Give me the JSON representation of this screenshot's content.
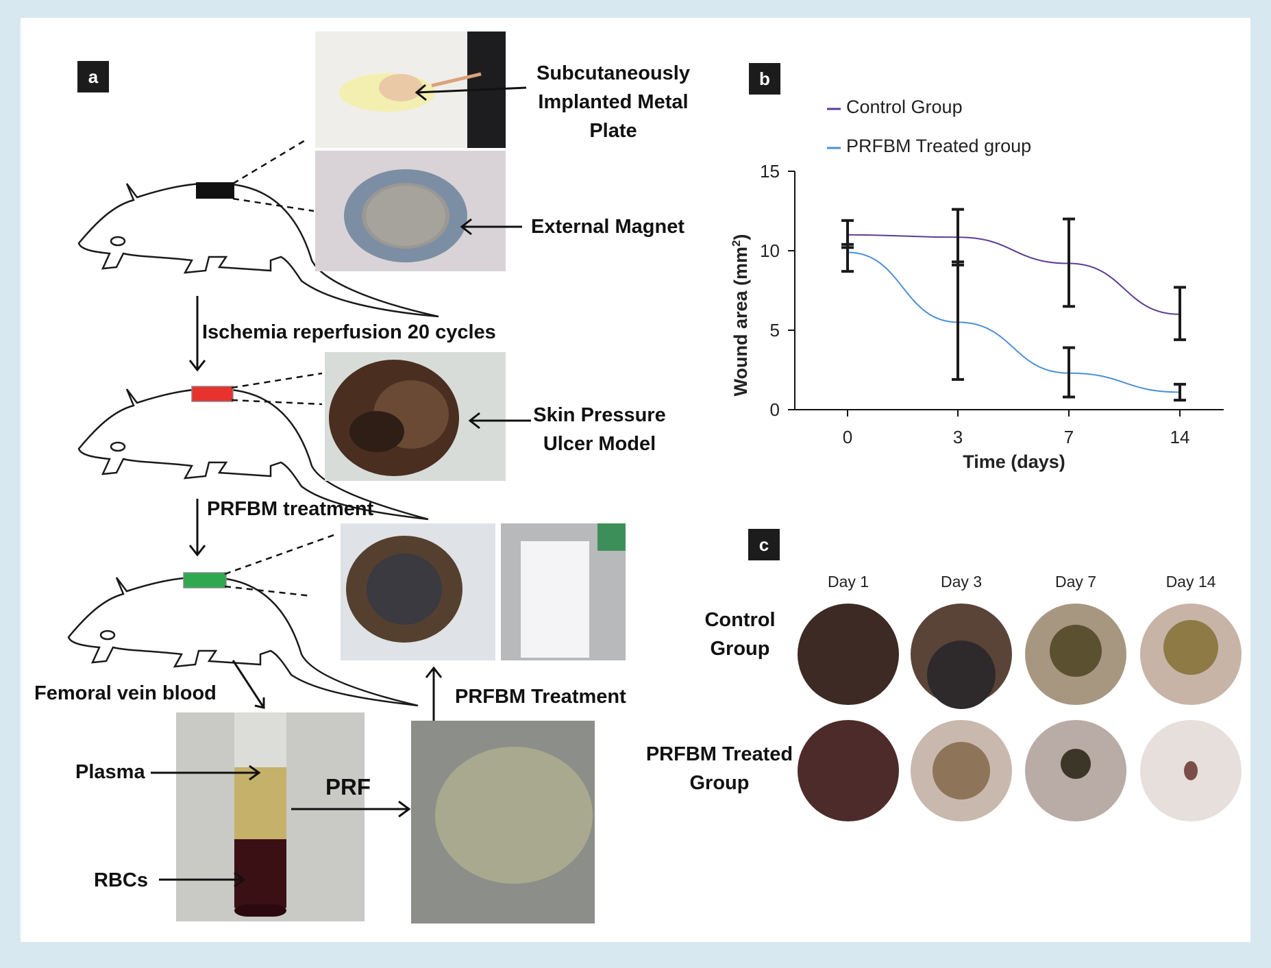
{
  "panels": {
    "a": {
      "badge": "a",
      "labels": {
        "implant_line1": "Subcutaneously",
        "implant_line2": "Implanted Metal",
        "implant_line3": "Plate",
        "magnet": "External Magnet",
        "ischemia": "Ischemia reperfusion 20 cycles",
        "ulcer_line1": "Skin Pressure",
        "ulcer_line2": "Ulcer Model",
        "prfbm_treatment": "PRFBM treatment",
        "femoral": "Femoral vein blood",
        "prfbm_treatment2": "PRFBM Treatment",
        "plasma": "Plasma",
        "rbcs": "RBCs",
        "prf": "PRF"
      },
      "colors": {
        "plate_black": "#111111",
        "ulcer_red": "#e8322e",
        "treatment_green": "#2fa84f"
      }
    },
    "b": {
      "badge": "b",
      "legend": {
        "control": "Control Group",
        "prfbm": "PRFBM Treated group"
      },
      "ylabel": "Wound area (mm",
      "ylabel_sup": "2",
      "ylabel_close": ")",
      "xlabel": "Time (days)"
    },
    "c": {
      "badge": "c",
      "days": [
        "Day 1",
        "Day 3",
        "Day 7",
        "Day 14"
      ],
      "rows": {
        "control_line1": "Control",
        "control_line2": "Group",
        "prfbm_line1": "PRFBM Treated",
        "prfbm_line2": "Group"
      }
    }
  },
  "chart_data": {
    "type": "line",
    "x": [
      0,
      3,
      7,
      14
    ],
    "categories": [
      "0",
      "3",
      "7",
      "14"
    ],
    "yticks": [
      0,
      5,
      10,
      15
    ],
    "ylim": [
      0,
      15
    ],
    "series": [
      {
        "name": "Control Group",
        "color": "#5b3c96",
        "values": [
          11.0,
          10.85,
          9.2,
          6.0
        ],
        "err_low": [
          8.7,
          9.1,
          6.5,
          4.4
        ],
        "err_high": [
          11.9,
          12.6,
          12.0,
          7.7
        ]
      },
      {
        "name": "PRFBM Treated group",
        "color": "#4a8fd6",
        "values": [
          9.9,
          5.5,
          2.3,
          1.1
        ],
        "err_low": [
          10.2,
          1.9,
          0.8,
          0.6
        ],
        "err_high": [
          10.4,
          9.3,
          3.9,
          1.6
        ]
      }
    ]
  }
}
